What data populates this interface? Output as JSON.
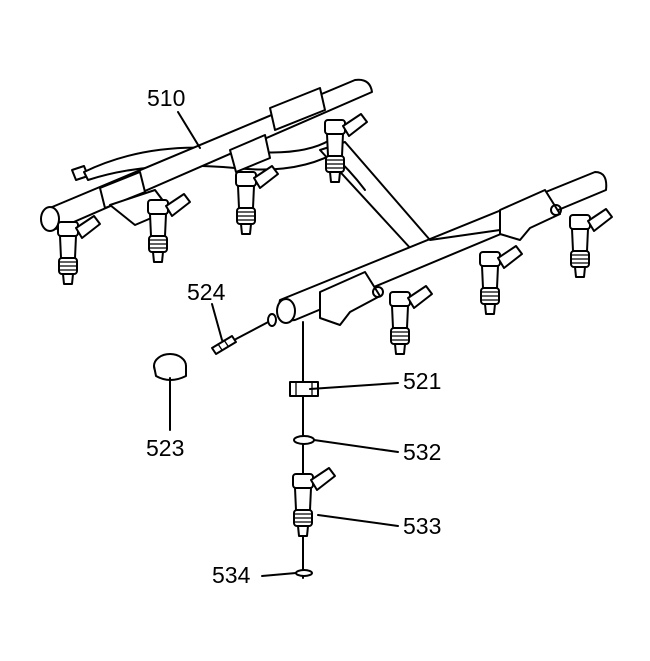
{
  "diagram": {
    "callouts": [
      {
        "id": "c510",
        "label": "510"
      },
      {
        "id": "c524",
        "label": "524"
      },
      {
        "id": "c523",
        "label": "523"
      },
      {
        "id": "c521",
        "label": "521"
      },
      {
        "id": "c532",
        "label": "532"
      },
      {
        "id": "c533",
        "label": "533"
      },
      {
        "id": "c534",
        "label": "534"
      }
    ]
  }
}
